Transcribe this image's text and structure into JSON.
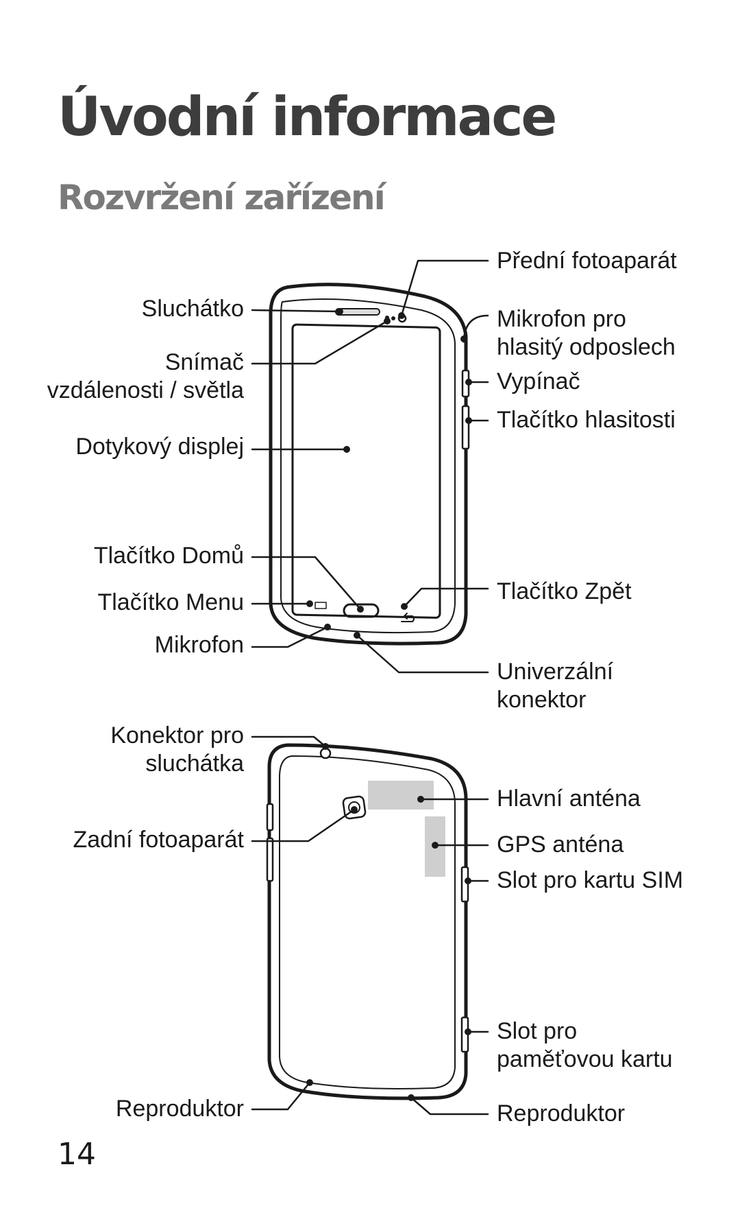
{
  "page": {
    "title": "Úvodní informace",
    "subtitle": "Rozvržení zařízení",
    "page_number": "14"
  },
  "front_labels": {
    "predni_fotoaparat": "Přední fotoaparát",
    "sluchatko": "Sluchátko",
    "mikrofon_pro_line1": "Mikrofon pro",
    "mikrofon_pro_line2": "hlasitý odposlech",
    "snimac_line1": "Snímač",
    "snimac_line2": "vzdálenosti / světla",
    "vypinac": "Vypínač",
    "tlacitko_hlasitosti": "Tlačítko hlasitosti",
    "dotykovy_displej": "Dotykový displej",
    "tlacitko_domu": "Tlačítko Domů",
    "tlacitko_menu": "Tlačítko Menu",
    "tlacitko_zpet": "Tlačítko Zpět",
    "mikrofon": "Mikrofon",
    "univerzalni_line1": "Univerzální",
    "univerzalni_line2": "konektor"
  },
  "back_labels": {
    "konektor_line1": "Konektor pro",
    "konektor_line2": "sluchátka",
    "hlavni_antena": "Hlavní anténa",
    "zadni_fotoaparat": "Zadní fotoaparát",
    "gps_antena": "GPS anténa",
    "slot_sim": "Slot pro kartu SIM",
    "slot_pamet_line1": "Slot pro",
    "slot_pamet_line2": "paměťovou kartu",
    "reproduktor_left": "Reproduktor",
    "reproduktor_right": "Reproduktor"
  }
}
